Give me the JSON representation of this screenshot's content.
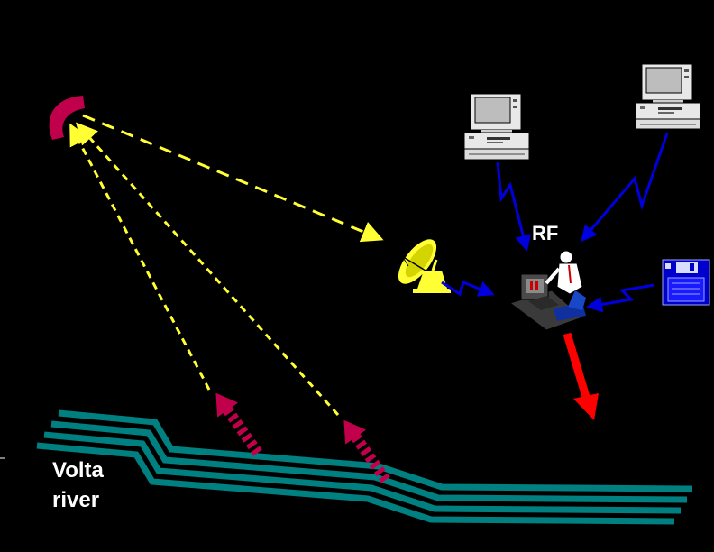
{
  "labels": {
    "rf": "RF",
    "river_line1": "Volta",
    "river_line2": "river"
  },
  "icons": {
    "satellite": "satellite-icon",
    "dish": "satellite-dish-icon",
    "computer_left": "desktop-computer-icon",
    "computer_right": "desktop-computer-icon",
    "operator": "operator-at-workstation-icon",
    "floppy": "floppy-disk-icon",
    "river": "river-channel-icon",
    "sensor_1": "water-sensor-arrow-icon",
    "sensor_2": "water-sensor-arrow-icon"
  },
  "colors": {
    "background": "#000000",
    "river": "#008080",
    "satellite": "#c0004a",
    "link_dashed": "#ffff33",
    "link_radio": "#0000dd",
    "output_arrow": "#ff0000",
    "floppy": "#0000cc"
  }
}
